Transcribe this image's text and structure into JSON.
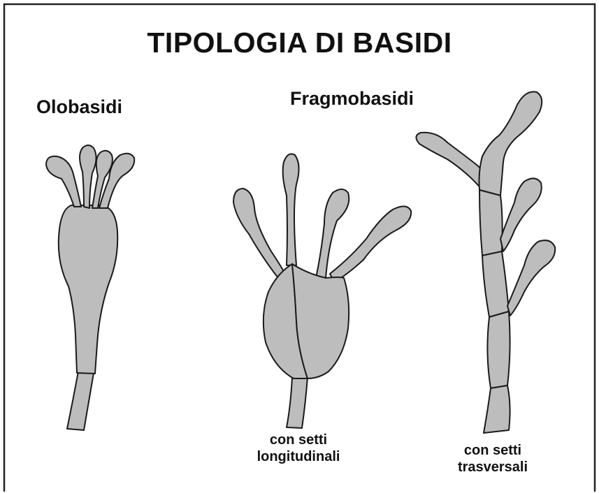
{
  "title": "TIPOLOGIA DI BASIDI",
  "groups": {
    "olobasidi": {
      "heading": "Olobasidi"
    },
    "fragmobasidi": {
      "heading": "Fragmobasidi",
      "longitudinal": {
        "caption_line1": "con setti",
        "caption_line2": "longitudinali"
      },
      "transverse": {
        "caption_line1": "con setti",
        "caption_line2": "trasversali"
      }
    }
  },
  "colors": {
    "fill": "#bdbdbd",
    "stroke": "#1a1a1a",
    "frame": "#222222",
    "background": "#ffffff"
  }
}
